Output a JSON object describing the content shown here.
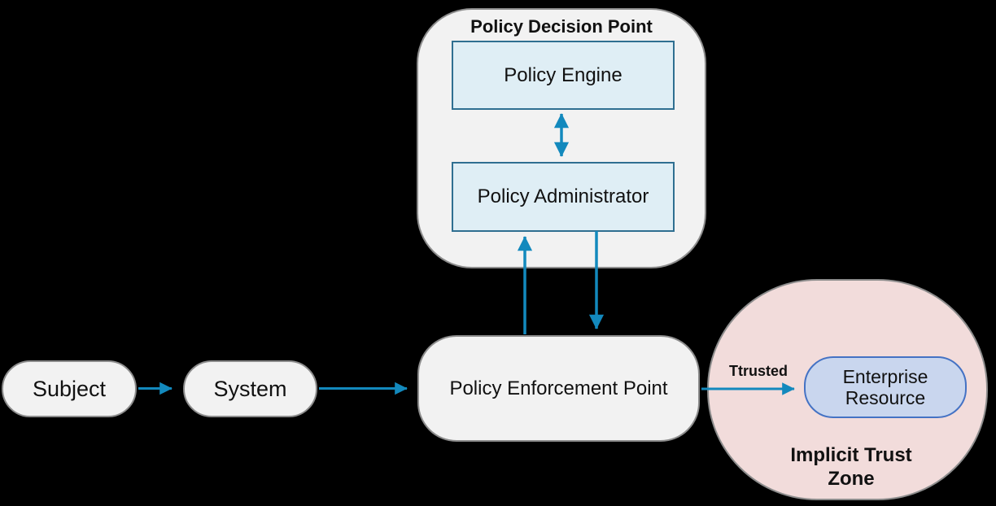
{
  "diagram": {
    "pdp": {
      "title": "Policy Decision Point",
      "engine_label": "Policy Engine",
      "administrator_label": "Policy Administrator"
    },
    "pep": {
      "label": "Policy Enforcement Point"
    },
    "subject": {
      "label": "Subject"
    },
    "system": {
      "label": "System"
    },
    "trust_zone": {
      "label": "Implicit Trust Zone",
      "resource_label": "Enterprise Resource",
      "pep_edge_label": "Ttrusted"
    },
    "colors": {
      "background": "#000000",
      "node_fill": "#f2f2f2",
      "node_border": "#8c8c8c",
      "inner_box_fill": "#dfeef5",
      "inner_box_border": "#2f6f91",
      "resource_fill": "#c9d6ee",
      "resource_border": "#4472c4",
      "trust_zone_fill": "#f2dcdb",
      "arrow": "#1389bd",
      "text": "#111111"
    }
  }
}
